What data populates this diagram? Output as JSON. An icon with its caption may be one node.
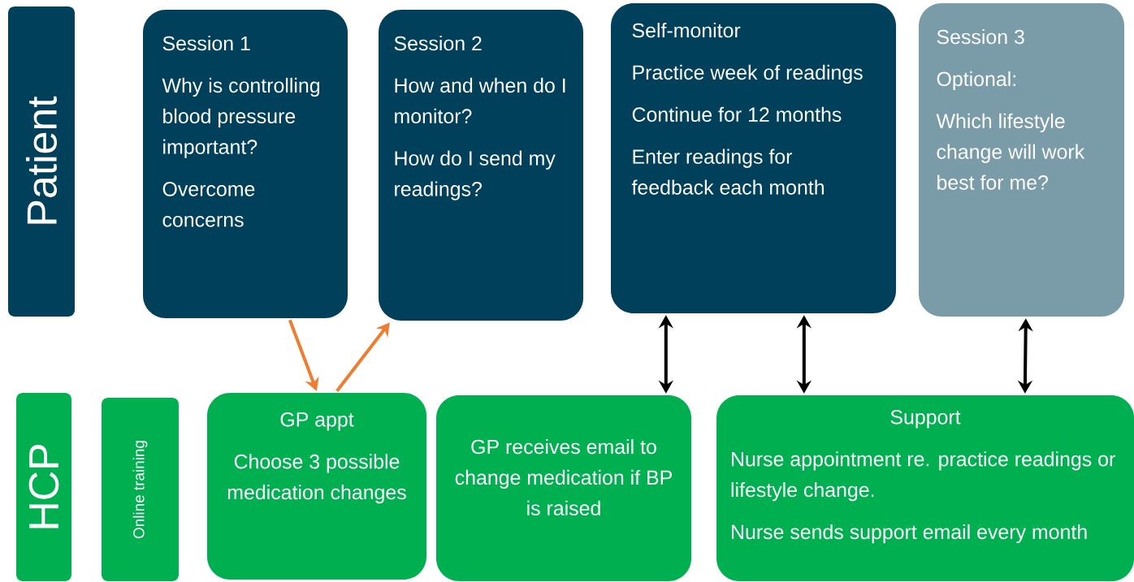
{
  "diagram": {
    "nodes": [
      {
        "text": [
          "Patient"
        ]
      },
      {
        "text": [
          "Session 1",
          "Why is controlling blood pressure important?",
          "Overcome concerns"
        ]
      },
      {
        "text": [
          "Session 2",
          "How and when do I monitor?",
          "How do I send my readings?"
        ]
      },
      {
        "text": [
          "Self-monitor",
          "Practice week of readings",
          "Continue for 12 months",
          "Enter readings for feedback each month"
        ]
      },
      {
        "text": [
          "Session 3",
          "Optional:",
          "Which lifestyle change will work best for me?"
        ]
      },
      {
        "text": [
          "HCP"
        ]
      },
      {
        "text": [
          "Online training"
        ]
      },
      {
        "text": [
          "GP appt",
          "Choose 3 possible medication changes"
        ]
      },
      {
        "text": [
          "GP receives email to change medication if BP is raised"
        ]
      },
      {
        "text": [
          "Support",
          "Nurse appointment re. practice readings or lifestyle change.",
          "Nurse sends support email every month"
        ]
      }
    ],
    "edges": [
      {
        "from": 1,
        "to": 7,
        "arrow": "to",
        "color": "#ed7d31"
      },
      {
        "from": 7,
        "to": 2,
        "arrow": "to",
        "color": "#ed7d31"
      },
      {
        "from": 3,
        "to": 8,
        "arrow": "both"
      },
      {
        "from": 3,
        "to": 9,
        "arrow": "both"
      },
      {
        "from": 4,
        "to": 9,
        "arrow": "both"
      }
    ]
  }
}
